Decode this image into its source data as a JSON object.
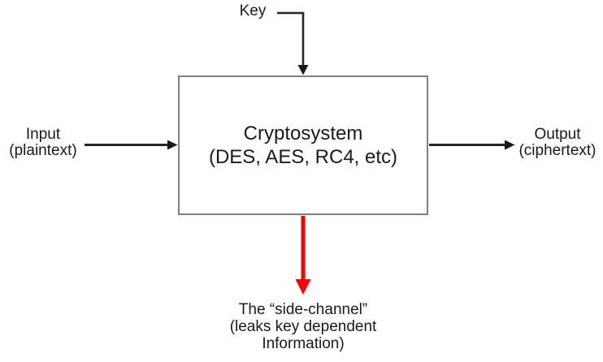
{
  "key": {
    "label": "Key"
  },
  "input": {
    "lines": [
      "Input",
      "(plaintext)"
    ]
  },
  "cryptosystem_box": {
    "lines": [
      "Cryptosystem",
      "(DES, AES, RC4, etc)"
    ]
  },
  "output": {
    "lines": [
      "Output",
      "(ciphertext)"
    ]
  },
  "side_channel": {
    "lines": [
      "The “side-channel”",
      "(leaks key dependent",
      "Information)"
    ]
  },
  "colors": {
    "line_black": "#262626",
    "text": "#1a1a1a",
    "side_channel_red": "#ff0000",
    "box_border": "#7f7f7f",
    "background": "#ffffff"
  }
}
